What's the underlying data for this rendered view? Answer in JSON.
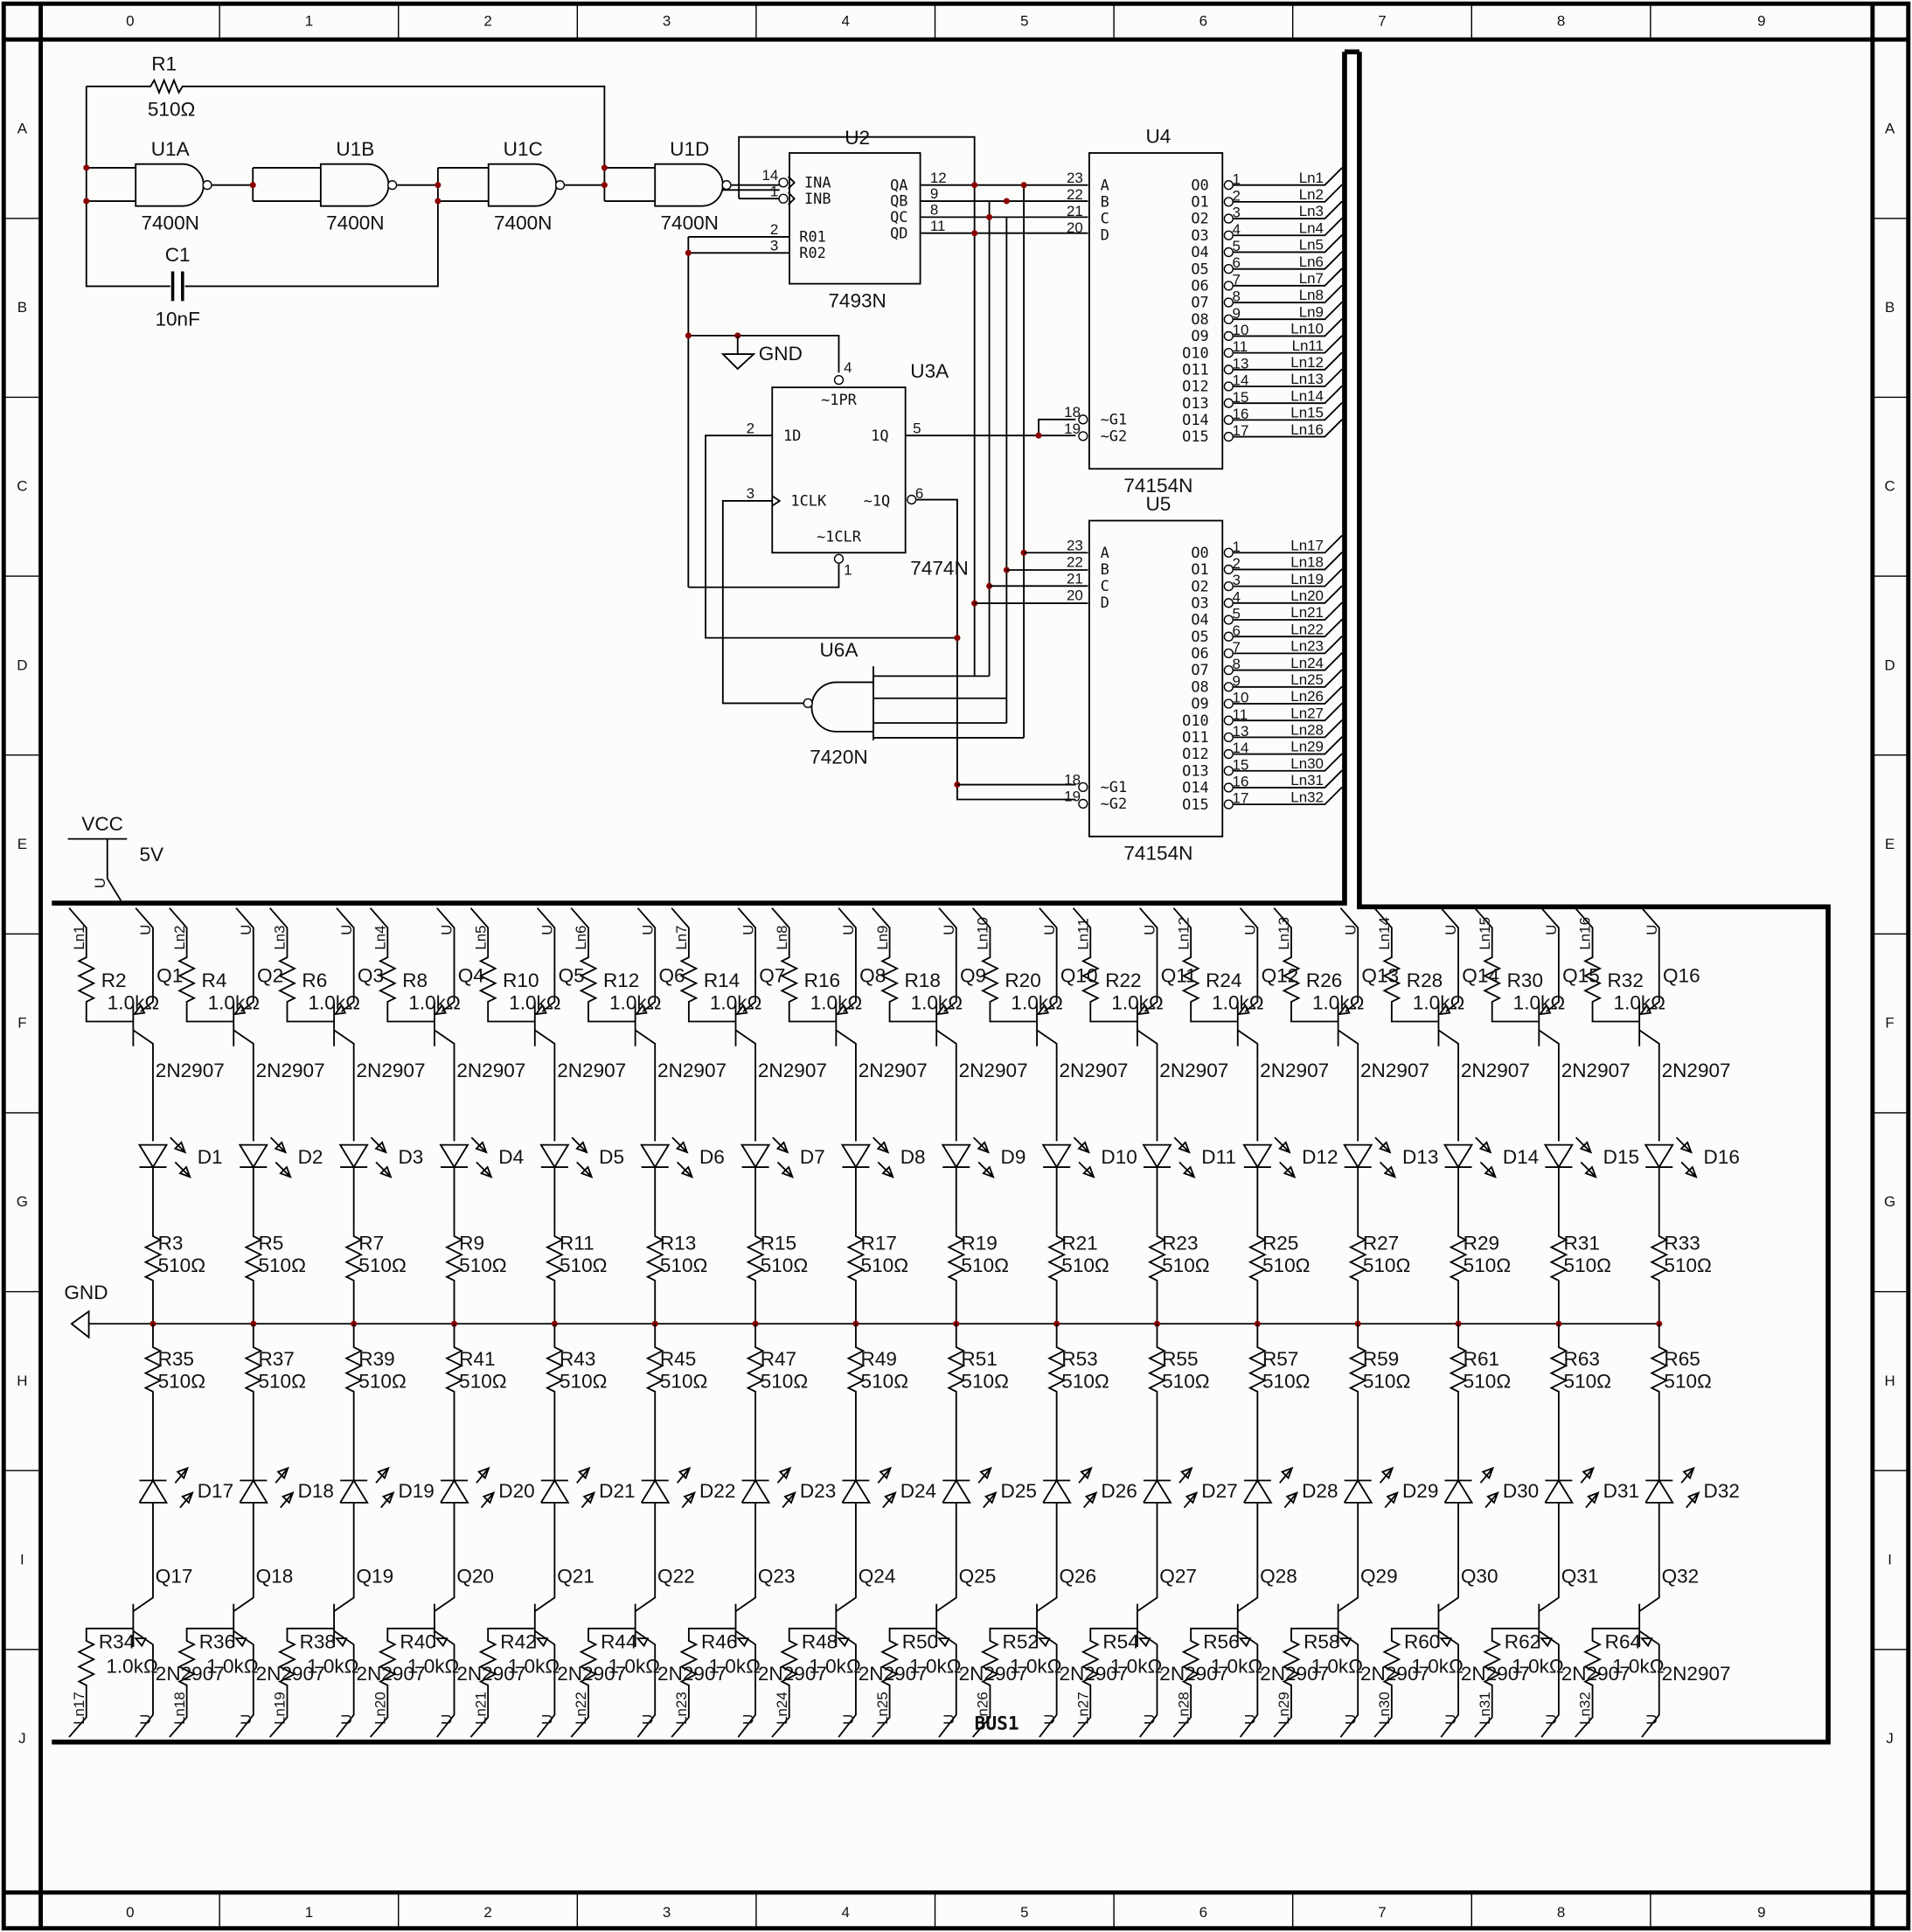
{
  "frame": {
    "columns": [
      "0",
      "1",
      "2",
      "3",
      "4",
      "5",
      "6",
      "7",
      "8",
      "9"
    ],
    "rows": [
      "A",
      "B",
      "C",
      "D",
      "E",
      "F",
      "G",
      "H",
      "I",
      "J"
    ]
  },
  "oscillator": {
    "r1": {
      "ref": "R1",
      "value": "510Ω"
    },
    "c1": {
      "ref": "C1",
      "value": "10nF"
    },
    "gates": [
      {
        "ref": "U1A",
        "part": "7400N"
      },
      {
        "ref": "U1B",
        "part": "7400N"
      },
      {
        "ref": "U1C",
        "part": "7400N"
      },
      {
        "ref": "U1D",
        "part": "7400N"
      }
    ]
  },
  "counter": {
    "ref": "U2",
    "part": "7493N",
    "pins_left": [
      {
        "num": "14",
        "name": "INA"
      },
      {
        "num": "1",
        "name": "INB"
      },
      {
        "num": "2",
        "name": "R01"
      },
      {
        "num": "3",
        "name": "R02"
      }
    ],
    "pins_right": [
      {
        "num": "12",
        "name": "QA"
      },
      {
        "num": "9",
        "name": "QB"
      },
      {
        "num": "8",
        "name": "QC"
      },
      {
        "num": "11",
        "name": "QD"
      }
    ]
  },
  "gnd_top": "GND",
  "flipflop": {
    "ref": "U3A",
    "part": "7474N",
    "pr": "~1PR",
    "clr": "~1CLR",
    "d": "1D",
    "clk": "1CLK",
    "q": "1Q",
    "nq": "~1Q",
    "pin_pr": "4",
    "pin_clr": "1",
    "pin_d": "2",
    "pin_clk": "3",
    "pin_q": "5",
    "pin_nq": "6"
  },
  "nand4": {
    "ref": "U6A",
    "part": "7420N"
  },
  "decoders": [
    {
      "ref": "U4",
      "part": "74154N",
      "first_line": 1
    },
    {
      "ref": "U5",
      "part": "74154N",
      "first_line": 17
    }
  ],
  "decoder_inputs": [
    {
      "num": "23",
      "name": "A"
    },
    {
      "num": "22",
      "name": "B"
    },
    {
      "num": "21",
      "name": "C"
    },
    {
      "num": "20",
      "name": "D"
    }
  ],
  "decoder_enables": [
    {
      "num": "18",
      "name": "~G1"
    },
    {
      "num": "19",
      "name": "~G2"
    }
  ],
  "decoder_outputs": [
    {
      "num": "1",
      "name": "O0"
    },
    {
      "num": "2",
      "name": "O1"
    },
    {
      "num": "3",
      "name": "O2"
    },
    {
      "num": "4",
      "name": "O3"
    },
    {
      "num": "5",
      "name": "O4"
    },
    {
      "num": "6",
      "name": "O5"
    },
    {
      "num": "7",
      "name": "O6"
    },
    {
      "num": "8",
      "name": "O7"
    },
    {
      "num": "9",
      "name": "O8"
    },
    {
      "num": "10",
      "name": "O9"
    },
    {
      "num": "11",
      "name": "O10"
    },
    {
      "num": "13",
      "name": "O11"
    },
    {
      "num": "14",
      "name": "O12"
    },
    {
      "num": "15",
      "name": "O13"
    },
    {
      "num": "16",
      "name": "O14"
    },
    {
      "num": "17",
      "name": "O15"
    }
  ],
  "power": {
    "vcc": "VCC",
    "vcc_value": "5V",
    "gnd": "GND",
    "bus_net": "U"
  },
  "bus_name": "BUS1",
  "transistor_part": "2N2907",
  "top_row": {
    "base_resistor_value": "1.0kΩ",
    "led_resistor_value": "510Ω",
    "count": 16,
    "base_res_start": 2,
    "led_res_start": 3,
    "q_start": 1,
    "d_start": 1,
    "ln_start": 1
  },
  "bottom_row": {
    "base_resistor_value": "1.0kΩ",
    "led_resistor_value": "510Ω",
    "count": 16,
    "base_res_start": 34,
    "led_res_start": 35,
    "q_start": 17,
    "d_start": 17,
    "ln_start": 17
  }
}
